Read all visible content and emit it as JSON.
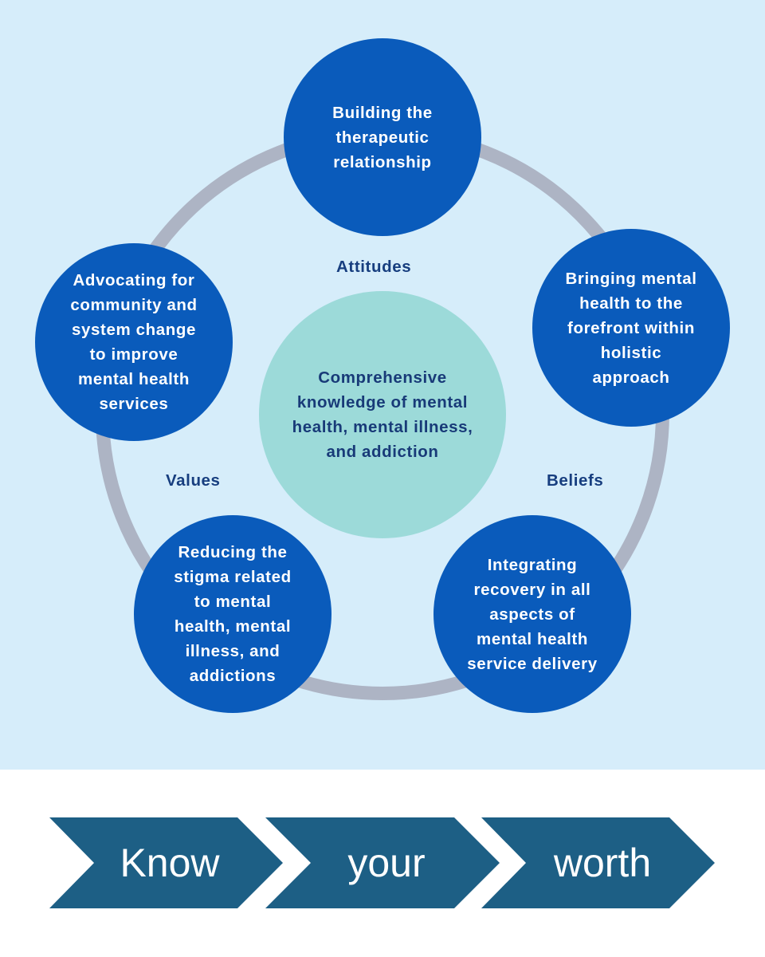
{
  "diagram": {
    "center": "Comprehensive knowledge of mental health, mental illness, and addiction",
    "labels": {
      "attitudes": "Attitudes",
      "values": "Values",
      "beliefs": "Beliefs"
    },
    "nodes": {
      "top": [
        "Building the",
        "therapeutic",
        "relationship"
      ],
      "right": [
        "Bringing mental",
        "health to the",
        "forefront within",
        "holistic",
        "approach"
      ],
      "left": [
        "Advocating for",
        "community and",
        "system change",
        "to improve",
        "mental health",
        "services"
      ],
      "bottom_left": [
        "Reducing the",
        "stigma related",
        "to mental",
        "health, mental",
        "illness, and",
        "addictions"
      ],
      "bottom_right": [
        "Integrating",
        "recovery in all",
        "aspects of",
        "mental health",
        "service delivery"
      ]
    },
    "colors": {
      "panel": "#d6edfa",
      "ring": "#adb4c4",
      "node": "#0a5bbb",
      "center": "#9cdad9",
      "label_text": "#173e7f",
      "chevron": "#1d5f85"
    }
  },
  "banner": {
    "words": [
      "Know",
      "your",
      "worth"
    ]
  }
}
